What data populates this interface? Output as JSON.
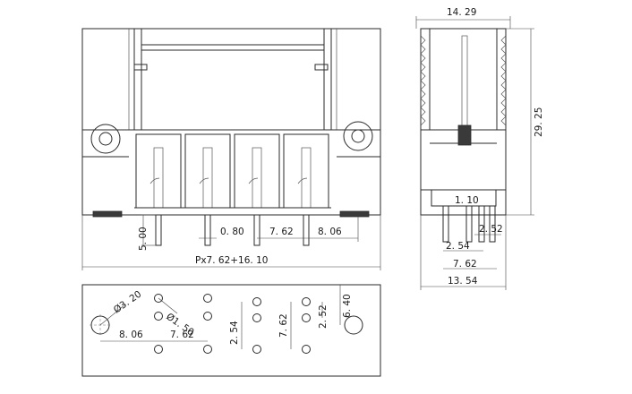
{
  "dimensions": {
    "top_width": "14. 29",
    "height": "29. 25",
    "pitch_inner": "1. 10",
    "side_252_a": "2. 52",
    "side_254": "2. 54",
    "side_762": "7. 62",
    "side_1354": "13. 54",
    "pin_500": "5. 00",
    "pin_080": "0. 80",
    "pin_762": "7. 62",
    "pin_806": "8. 06",
    "total_length": "Px7. 62+16. 10",
    "hole_320": "Ø3. 20",
    "hole_150": "Ø1. 50",
    "pcb_806": "8. 06",
    "pcb_762": "7. 62",
    "pcb_254": "2. 54",
    "pcb_762_v": "7. 62",
    "pcb_252": "2. 52",
    "pcb_640": "6. 40"
  }
}
